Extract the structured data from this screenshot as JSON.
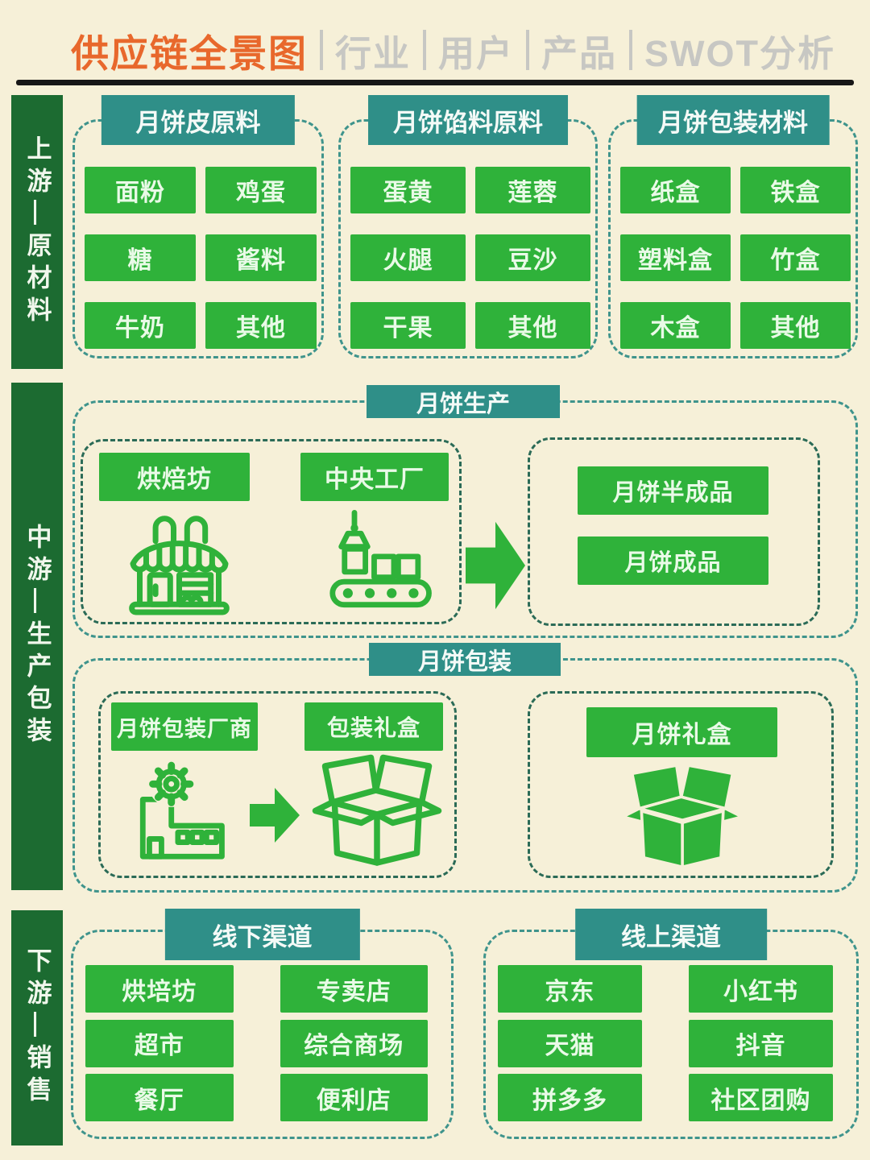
{
  "header": {
    "title": "供应链全景图",
    "tabs": [
      "行业",
      "用户",
      "产品",
      "SWOT分析"
    ]
  },
  "upstream": {
    "sidebar_label": "上游—原材料",
    "groups": [
      {
        "header": "月饼皮原料",
        "items": [
          "面粉",
          "鸡蛋",
          "糖",
          "酱料",
          "牛奶",
          "其他"
        ]
      },
      {
        "header": "月饼馅料原料",
        "items": [
          "蛋黄",
          "莲蓉",
          "火腿",
          "豆沙",
          "干果",
          "其他"
        ]
      },
      {
        "header": "月饼包装材料",
        "items": [
          "纸盒",
          "铁盒",
          "塑料盒",
          "竹盒",
          "木盒",
          "其他"
        ]
      }
    ]
  },
  "midstream": {
    "sidebar_label": "中游—生产包装",
    "production": {
      "header": "月饼生产",
      "bakery_label": "烘焙坊",
      "factory_label": "中央工厂",
      "outputs": [
        "月饼半成品",
        "月饼成品"
      ]
    },
    "packaging": {
      "header": "月饼包装",
      "manufacturer_label": "月饼包装厂商",
      "giftbox_label": "包装礼盒",
      "result_label": "月饼礼盒"
    }
  },
  "downstream": {
    "sidebar_label": "下游—销售",
    "offline": {
      "header": "线下渠道",
      "items": [
        "烘培坊",
        "专卖店",
        "超市",
        "综合商场",
        "餐厅",
        "便利店"
      ]
    },
    "online": {
      "header": "线上渠道",
      "items": [
        "京东",
        "小红书",
        "天猫",
        "抖音",
        "拼多多",
        "社区团购"
      ]
    }
  },
  "icons": {
    "bakery": "bakery-storefront-icon",
    "central_factory": "factory-conveyor-icon",
    "packaging_manufacturer": "factory-gear-icon",
    "gift_box": "open-carton-icon",
    "mooncake_gift_box": "filled-open-carton-icon",
    "flow_arrow": "right-arrow-icon"
  },
  "colors": {
    "background": "#f6f0d8",
    "accent_orange": "#e8682c",
    "tab_gray": "#c7c7c3",
    "sidebar_green": "#1c6b31",
    "header_teal": "#2f8f88",
    "button_green": "#2fb23a",
    "dashed_teal": "#3f948c",
    "dashed_dark": "#2b6b57",
    "divider_black": "#171717"
  }
}
